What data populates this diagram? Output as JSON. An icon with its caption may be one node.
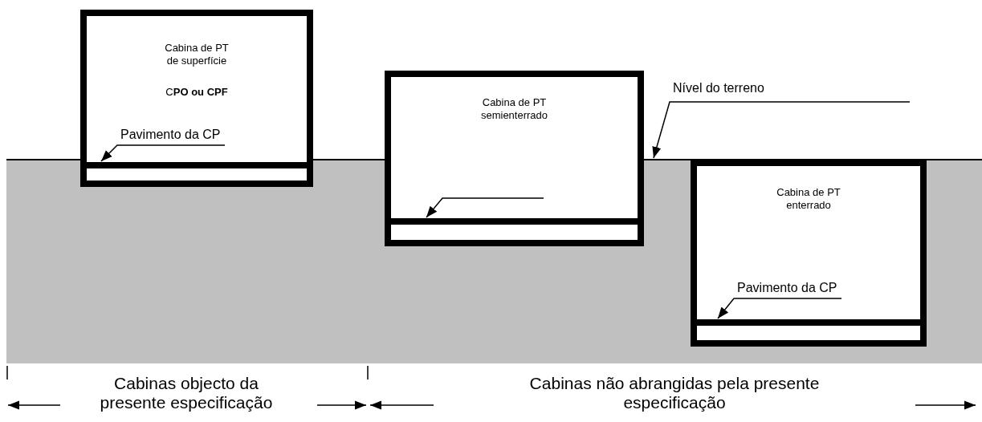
{
  "diagram": {
    "nodes": [
      {
        "text": [],
        "shape": "line"
      },
      {
        "text": [
          "Cabina de PT de superfície",
          "C**PO  ou CPF**"
        ]
      },
      {
        "text": [
          "Pavimento da CP"
        ],
        "in": 1
      },
      {
        "text": [],
        "shape": "box"
      },
      {
        "text": [
          "Cabina de PT semienterrado"
        ]
      },
      {
        "text": [],
        "shape": "box"
      },
      {
        "text": [
          "Nível do terreno"
        ]
      },
      {
        "text": [
          "Cabina de PT enterrado"
        ]
      },
      {
        "text": [
          "Pavimento da CP"
        ],
        "in": 7
      },
      {
        "text": [],
        "shape": "box"
      }
    ],
    "edges": [
      {
        "from": 2,
        "to": 3,
        "arrow": "to"
      },
      {
        "from": 4,
        "to": 5,
        "arrow": "to"
      },
      {
        "from": 6,
        "to": 0,
        "arrow": "to"
      },
      {
        "from": 8,
        "to": 9,
        "arrow": "to"
      }
    ],
    "labels": [
      "Cabinas objecto da presente especificação",
      "Cabinas não abrangidas pela presente especificação"
    ]
  }
}
